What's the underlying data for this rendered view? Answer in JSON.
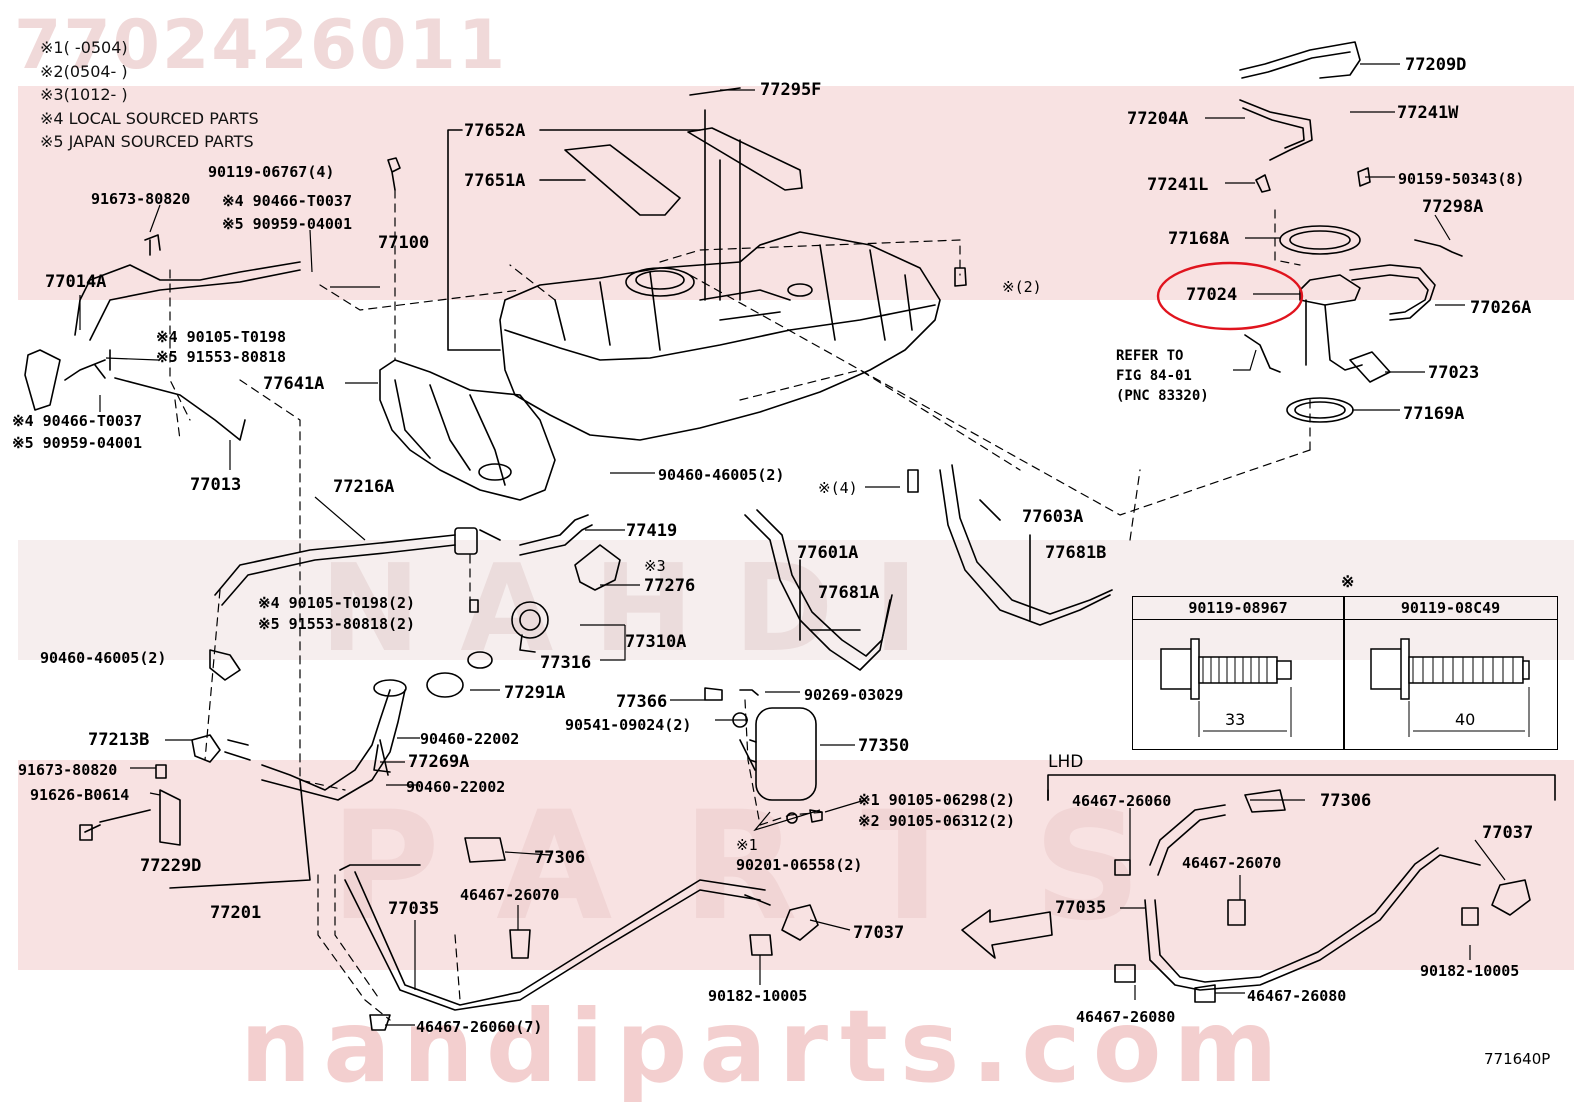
{
  "watermarks": {
    "part_number": "7702426011",
    "brand": "NAHDI",
    "brand2": "PARTS",
    "site": "nandiparts.com"
  },
  "notes": [
    "※1(   -0504)",
    "※2(0504-    )",
    "※3(1012-    )",
    "※4 LOCAL SOURCED PARTS",
    "※5 JAPAN SOURCED PARTS"
  ],
  "labels": {
    "p77209D": "77209D",
    "p77204A": "77204A",
    "p77241W": "77241W",
    "p77241L": "77241L",
    "p90159": "90159-50343(8)",
    "p77298A": "77298A",
    "p77168A": "77168A",
    "p77024": "77024",
    "p77026A": "77026A",
    "p77023": "77023",
    "p77169A": "77169A",
    "p77295F": "77295F",
    "p77652A": "77652A",
    "p77651A": "77651A",
    "p77100": "77100",
    "p90119_06767": "90119-06767(4)",
    "p91673_80820a": "91673-80820",
    "p90466_T0037a": "※4 90466-T0037",
    "p90959_04001a": "※5 90959-04001",
    "p77014A": "77014A",
    "p90105_T0198a": "※4 90105-T0198",
    "p91553_80818a": "※5 91553-80818",
    "p90466_T0037b": "※4 90466-T0037",
    "p90959_04001b": "※5 90959-04001",
    "p77013": "77013",
    "p77641A": "77641A",
    "p2a": "※(2)",
    "p4": "※(4)",
    "p90460_46005a": "90460-46005(2)",
    "p77216A": "77216A",
    "p77419": "77419",
    "p77276": "77276",
    "p77276note": "※3",
    "p90105_T0198b": "※4 90105-T0198(2)",
    "p91553_80818b": "※5 91553-80818(2)",
    "p90460_46005b": "90460-46005(2)",
    "p77316": "77316",
    "p77310A": "77310A",
    "p77291A": "77291A",
    "p77601A": "77601A",
    "p77681A": "77681A",
    "p77603A": "77603A",
    "p77681B": "77681B",
    "p77366": "77366",
    "p90269": "90269-03029",
    "p90541": "90541-09024(2)",
    "p77350": "77350",
    "p77213B": "77213B",
    "p91673_80820b": "91673-80820",
    "p91626": "91626-B0614",
    "p77229D": "77229D",
    "p90460_22002a": "90460-22002",
    "p77269A": "77269A",
    "p90460_22002b": "90460-22002",
    "p77201": "77201",
    "p90105_06298": "※1 90105-06298(2)",
    "p90105_06312": "※2 90105-06312(2)",
    "p90201_note": "※1",
    "p90201": "90201-06558(2)",
    "p77306a": "77306",
    "p77035a": "77035",
    "p46467_26070a": "46467-26070",
    "p77037a": "77037",
    "p90182a": "90182-10005",
    "p46467_26060a": "46467-26060(7)",
    "p46467_26060b": "46467-26060",
    "p77306b": "77306",
    "p77037b": "77037",
    "p46467_26070b": "46467-26070",
    "p77035b": "77035",
    "p90182b": "90182-10005",
    "p46467_26080a": "46467-26080",
    "p46467_26080b": "46467-26080"
  },
  "reference": [
    "REFER TO",
    "FIG 84-01",
    "(PNC 83320)"
  ],
  "bolt_table": {
    "marker": "※",
    "columns": [
      "90119-08967",
      "90119-08C49"
    ],
    "dimensions": [
      "33",
      "40"
    ]
  },
  "lhd": "LHD",
  "figure_code": "771640P",
  "highlight_color": "#e0141e"
}
